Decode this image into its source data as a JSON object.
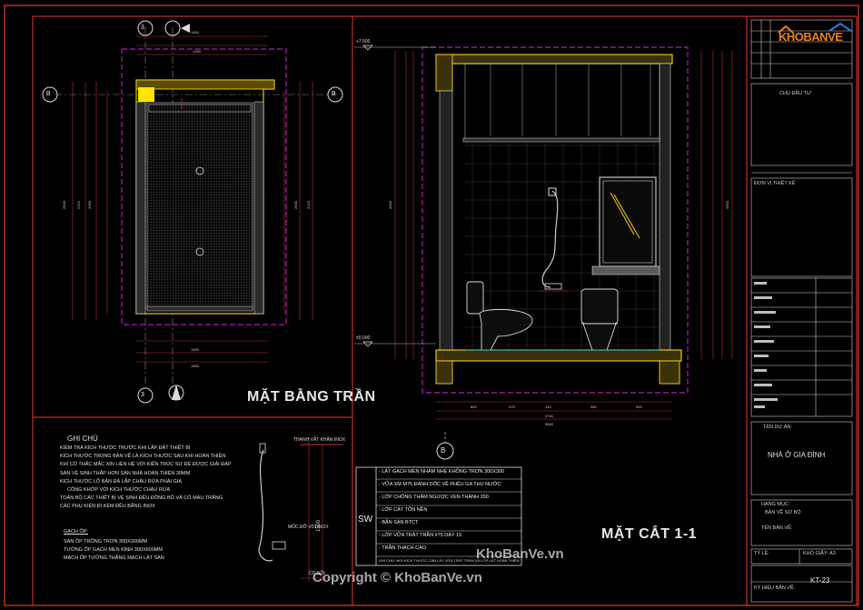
{
  "drawing": {
    "plan_title": "MẶT BẰNG TRẦN",
    "section_title": "MẶT CẮT 1-1",
    "axis_markers": [
      "3",
      "3",
      "B",
      "B",
      "B"
    ]
  },
  "levels": {
    "top": "+7.500",
    "floor": "±0.000"
  },
  "notes": {
    "heading": "GHI CHÚ",
    "items": [
      "KIỂM TRA KÍCH THƯỚC TRƯỚC KHI LẮP ĐẶT THIẾT BỊ",
      "KÍCH THƯỚC TRONG BẢN VẼ LÀ KÍCH THƯỚC SAU KHI HOÀN THIỆN",
      "KHI CÓ THẮC MẮC XIN LIÊN HỆ VỚI KIẾN TRÚC SƯ ĐỂ ĐƯỢC GIẢI ĐÁP",
      "SÀN VỆ SINH THẤP HƠN SÀN NHÀ HOÀN THIỆN 30MM",
      "KÍCH THƯỚC LỖ BẢN ĐÁ LẮP CHẬU RỬA PHẢI GIA",
      "CÔNG KHỚP VỚI KÍCH THƯỚC CHẬU RỬA",
      "TOÀN BỘ CÁC THIẾT BỊ VỆ SINH ĐỀU ĐỒNG BỘ VÀ CÓ MÀU TRẮNG",
      "CÁC PHỤ KIỆN ĐI KÈM ĐỀU BẰNG INOX"
    ],
    "finish_heading": "GẠCH ỐP:",
    "finish_items": [
      "SÀN ỐP TRỐNG TRƠN 300X300MM",
      "TƯỜNG ỐP GẠCH MEN KÍNH 300X600MM",
      "MẠCH ỐP TƯỜNG THẲNG MẠCH LÁT SÀN"
    ]
  },
  "detail": {
    "label_top": "THANH VẮT KHĂN INOX",
    "label_mid": "MÓC ĐỠ VÒI INOX",
    "label_bottom": "CỔ NỐI"
  },
  "layers": {
    "tag": "SW",
    "items": [
      "- LÁT GẠCH MEN NHÁM NHẸ KHÔNG TRƠN 300X300",
      "- VỮA XM M75 ĐÁNH DỐC VỀ PHỄU GA THU NƯỚC",
      "- LỚP CHỐNG THẤM NGƯỢC VEN THÀNH 200",
      "- LỚP CÁT TÔN NỀN",
      "- BẢN SÀN BTCT",
      "- LỚP VỮA TRÁT TRẦN #75 DÀY 15",
      "- TRẦN THẠCH CAO"
    ],
    "footnote": "GHI CHÚ: MỌI KÍCH THƯỚC CẦN LẤY VỮA TRÁT TRẦN VÀ LỚP LÁT HOÀN THIỆN"
  },
  "title_block": {
    "owner_label": "CHỦ ĐẦU TƯ:",
    "design_unit": "ĐƠN VỊ THIẾT KẾ",
    "project_label": "TÊN DỰ ÁN:",
    "project_name": "NHÀ Ở GIA ĐÌNH",
    "category_label": "HẠNG MỤC:",
    "category_value": "BẢN VẼ SƠ BỘ",
    "drawing_name_label": "TÊN BẢN VẼ:",
    "scale_label": "TỶ LỆ:",
    "scale_value": "KHỔ GIẤY: A3",
    "sheet_label": "KÝ HIỆU BẢN VẼ:",
    "sheet_no": "KT-23"
  },
  "watermarks": {
    "center": "KhoBanVe.vn",
    "copyright": "Copyright © KhoBanVe.vn",
    "logo_text": "KHOBANVE"
  },
  "colors": {
    "frame": "#e23b2e",
    "magenta": "#b11bb3",
    "wall": "#e6c21a",
    "dim_line": "#c03131",
    "cyan": "#19c6c8"
  }
}
